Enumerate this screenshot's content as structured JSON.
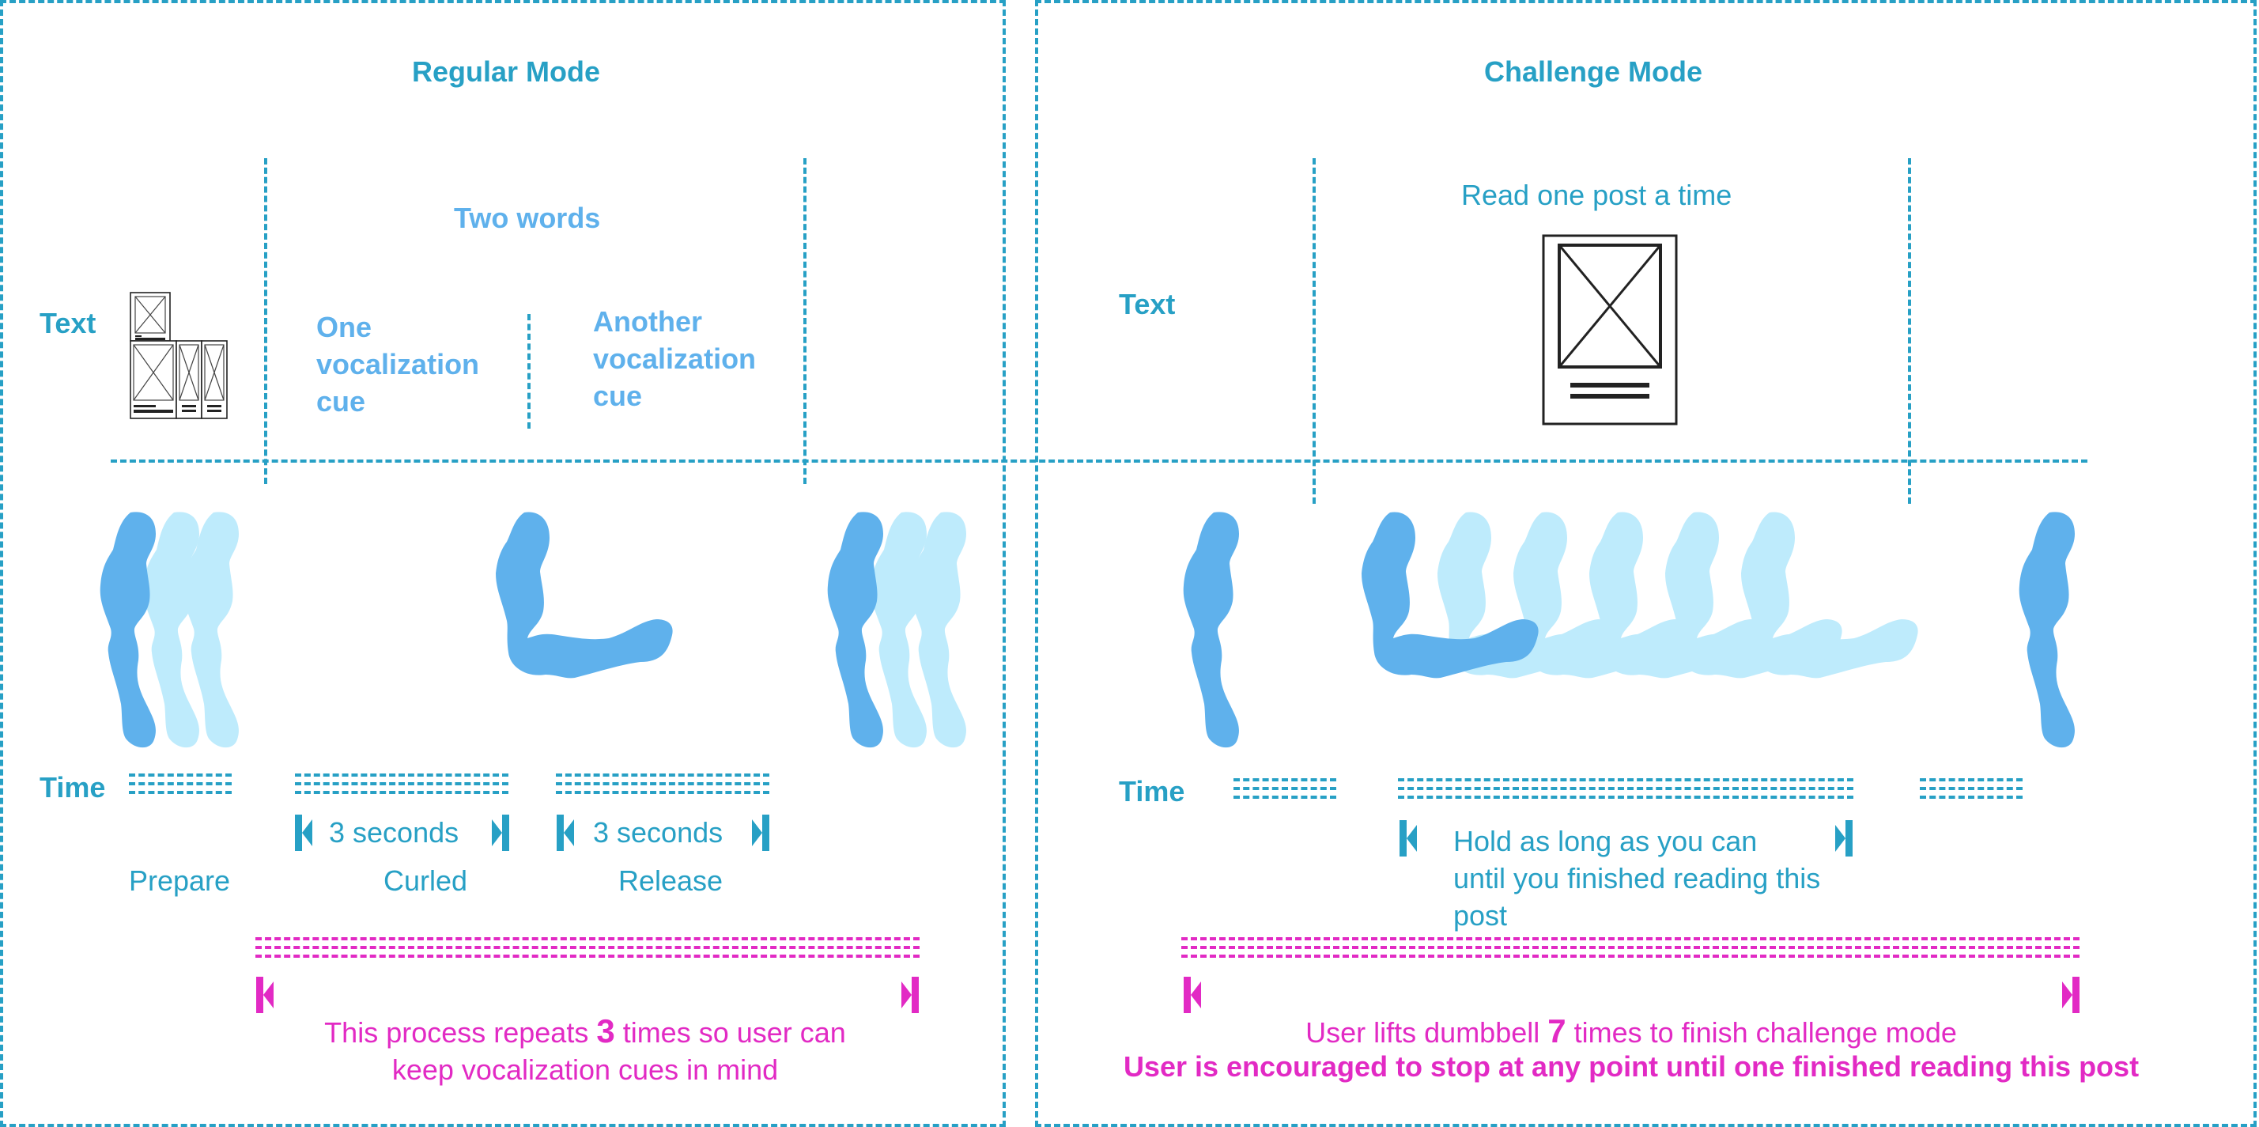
{
  "colors": {
    "primary": "#27a0c5",
    "cue": "#5fb1ec",
    "arm_active": "#5fb1ec",
    "arm_ghost": "#beebfc",
    "accent": "#e22ac4",
    "icon_stroke": "#222222"
  },
  "regular": {
    "title": "Regular Mode",
    "text_label": "Text",
    "text_icon": "document-collage-icon",
    "two_words": "Two words",
    "cue_one": [
      "One",
      "vocalization",
      "cue"
    ],
    "cue_two": [
      "Another",
      "vocalization",
      "cue"
    ],
    "time_label": "Time",
    "phases": [
      {
        "name": "Prepare",
        "duration": ""
      },
      {
        "name": "Curled",
        "duration": "3 seconds"
      },
      {
        "name": "Release",
        "duration": "3 seconds"
      }
    ],
    "repeat_text_before": "This process repeats ",
    "repeat_count": "3",
    "repeat_text_after": " times so user can",
    "repeat_text_line2": "keep vocalization cues in mind"
  },
  "challenge": {
    "title": "Challenge Mode",
    "text_label": "Text",
    "read_label": "Read one post a time",
    "text_icon": "document-icon",
    "time_label": "Time",
    "hold_text": [
      "Hold as long as you can",
      "until you finished reading this",
      "post"
    ],
    "lift_text_before": "User lifts dumbbell ",
    "lift_count": "7",
    "lift_text_after": " times to finish challenge mode",
    "encourage_text": "User is encouraged to stop at any point until one finished reading this post",
    "curl_ghost_count": 5
  }
}
